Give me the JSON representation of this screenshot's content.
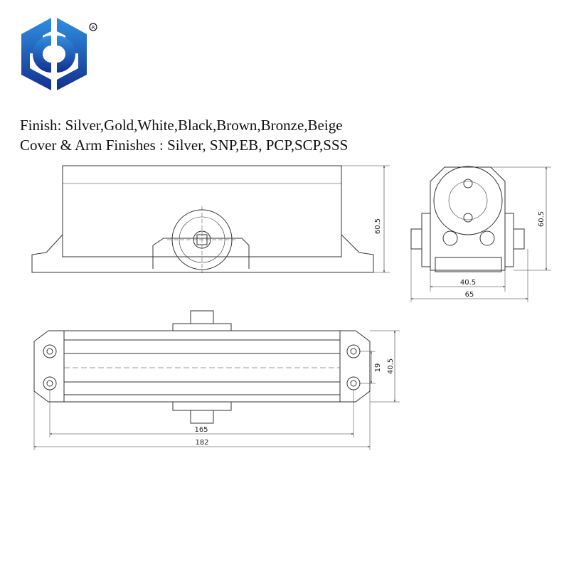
{
  "brand": {
    "logo": "logo",
    "registered_mark": "®",
    "colors": {
      "primary": "#1e5bbf",
      "dark": "#13308f",
      "light": "#2f8fe0"
    }
  },
  "specs": {
    "finish": "Finish: Silver,Gold,White,Black,Brown,Bronze,Beige",
    "cover_arm": "Cover & Arm Finishes : Silver, SNP,EB, PCP,SCP,SSS"
  },
  "dimensions": {
    "side_height": "60.5",
    "front_height": "60.5",
    "front_base_width": "40.5",
    "front_total_width": "65",
    "top_hole_spacing": "19",
    "top_body_width": "40.5",
    "top_hole_distance": "165",
    "top_total_length": "182"
  }
}
